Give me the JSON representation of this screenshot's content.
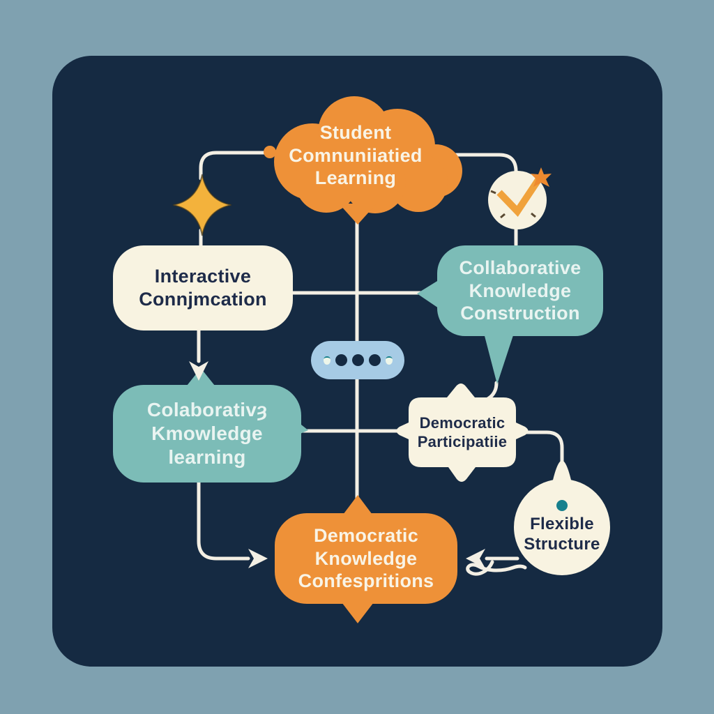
{
  "palette": {
    "bg_outer": "#7FA1B0",
    "bg_panel": "#152A42",
    "orange": "#EE9138",
    "teal": "#7CBCB7",
    "cream": "#F8F3E1",
    "pill_blue": "#A6CBE5",
    "yellow": "#F3B23C",
    "line": "#F3EFE4",
    "ink": "#1E2B49",
    "text_warm": "#F9F4E6",
    "text_teal_light": "#E9F4F1",
    "teal_dot": "#17808D",
    "check_orange": "#F0A23C",
    "burst_orange": "#EE8A2F"
  },
  "nodes": {
    "student_learning": {
      "label": "Student\nComnuniiatied\nLearning",
      "shape": "cloud",
      "color": "orange"
    },
    "interactive_communication": {
      "label": "Interactive\nConnjmcation",
      "shape": "rounded-rect",
      "color": "cream"
    },
    "collaborative_construction": {
      "label": "Collaborative\nKnowledge\nConstruction",
      "shape": "speech-bubble",
      "color": "teal"
    },
    "collaborative_learning": {
      "label": "Colaborativȝ\nKmowledge\nlearning",
      "shape": "speech-bubble",
      "color": "teal"
    },
    "democratic_participation": {
      "label": "Democratic\nParticipatiie",
      "shape": "ornate-badge",
      "color": "cream"
    },
    "flexible_structure": {
      "label": "Flexible\nStructure",
      "shape": "circle",
      "color": "cream"
    },
    "democratic_knowledge": {
      "label": "Democratic\nKnowledge\nConfespritions",
      "shape": "pointed-bubble",
      "color": "orange"
    }
  },
  "icons": {
    "sparkle_diamond": "four-point-star",
    "clock_check": "clock-with-checkmark",
    "starburst": "small-star-burst",
    "typing_dots": "three-dots-pill",
    "arrows": [
      "down-chevron-arrow",
      "right-chevron-arrow",
      "left-chevron-arrow"
    ],
    "squiggle": "decorative-squiggle"
  }
}
